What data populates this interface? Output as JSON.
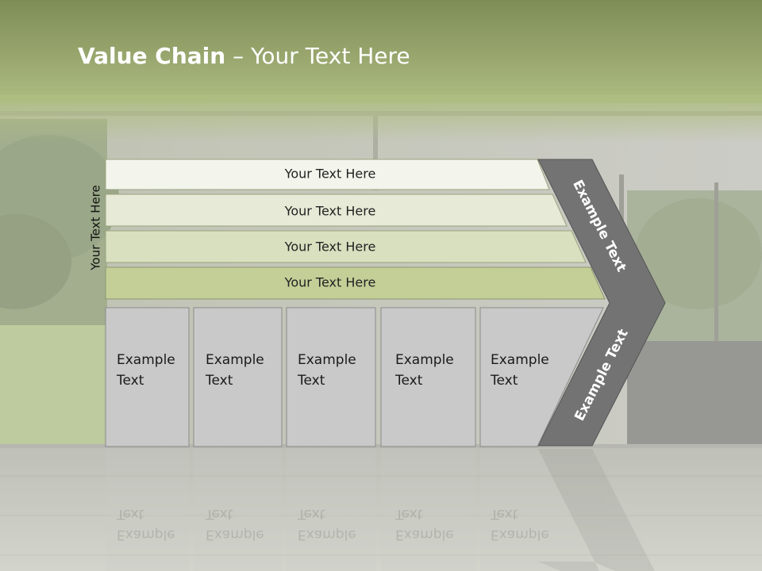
{
  "slide": {
    "title_bold": "Value Chain",
    "title_rest": " – Your Text Here"
  },
  "colors": {
    "header_top": "#7e8c56",
    "header_bottom": "#aebd82",
    "row1": "#f3f5ec",
    "row2": "#e6ead6",
    "row3": "#d8e0bf",
    "row4": "#c3cf97",
    "box": "#c9c9c9",
    "chevron": "#737373"
  },
  "diagram": {
    "side_label": "Your Text Here",
    "rows": [
      {
        "label": "Your Text Here"
      },
      {
        "label": "Your Text Here"
      },
      {
        "label": "Your Text Here"
      },
      {
        "label": "Your Text Here"
      }
    ],
    "boxes": [
      {
        "line1": "Example",
        "line2": "Text"
      },
      {
        "line1": "Example",
        "line2": "Text"
      },
      {
        "line1": "Example",
        "line2": "Text"
      },
      {
        "line1": "Example",
        "line2": "Text"
      },
      {
        "line1": "Example",
        "line2": "Text"
      }
    ],
    "chevron_upper": "Example Text",
    "chevron_lower": "Example Text"
  }
}
